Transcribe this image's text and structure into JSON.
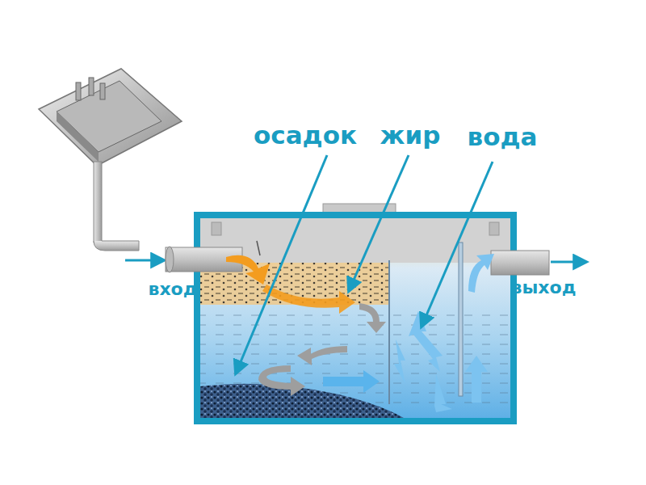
{
  "diagram": {
    "labels": [
      "осадок",
      "жир",
      "вода",
      "вход",
      "выход"
    ]
  }
}
